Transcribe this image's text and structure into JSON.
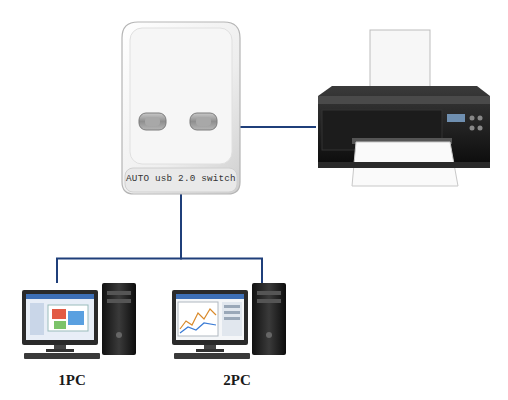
{
  "diagram": {
    "nodes": [
      {
        "text": [
          "AUTO usb 2.0 switch"
        ]
      },
      {
        "text": [
          "1PC"
        ]
      },
      {
        "text": [
          "2PC"
        ]
      }
    ],
    "edges": [
      {
        "from": 0,
        "to": 1,
        "arrow": "none"
      },
      {
        "from": 0,
        "to": 2,
        "arrow": "none"
      }
    ]
  }
}
